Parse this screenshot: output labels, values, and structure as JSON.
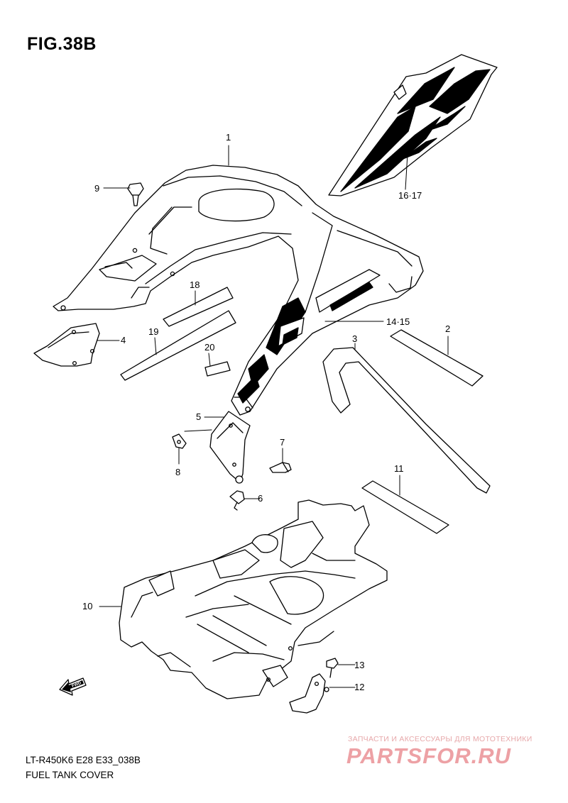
{
  "figure": {
    "title": "FIG.38B",
    "model_code": "LT-R450K6 E28 E33_038B",
    "name": "FUEL TANK COVER"
  },
  "callouts": {
    "c1": "1",
    "c2": "2",
    "c3": "3",
    "c4": "4",
    "c5": "5",
    "c6": "6",
    "c7": "7",
    "c8": "8",
    "c9": "9",
    "c10": "10",
    "c11": "11",
    "c12": "12",
    "c13": "13",
    "c14_15": "14·15",
    "c16_17": "16·17",
    "c18": "18",
    "c19": "19",
    "c20": "20"
  },
  "fwd_label": "FWD",
  "watermark": {
    "tagline": "ЗАПЧАСТИ И АКСЕССУАРЫ ДЛЯ МОТОТЕХНИКИ",
    "logo": "PARTSFOR.RU",
    "color": "#eda1a5"
  }
}
